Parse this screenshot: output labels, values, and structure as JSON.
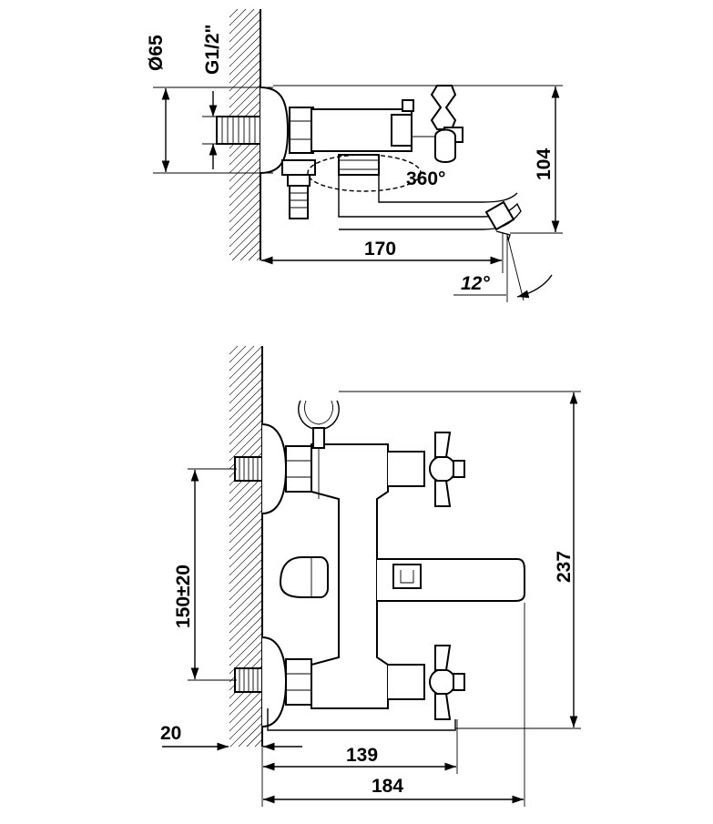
{
  "side_view": {
    "dim_diameter": "Ø65",
    "dim_thread": "G1/2\"",
    "dim_height": "104",
    "dim_rotation": "360°",
    "dim_length": "170",
    "dim_angle": "12°"
  },
  "front_view": {
    "dim_spacing": "150±20",
    "dim_total_height": "237",
    "dim_offset": "20",
    "dim_spout": "139",
    "dim_total_length": "184"
  }
}
